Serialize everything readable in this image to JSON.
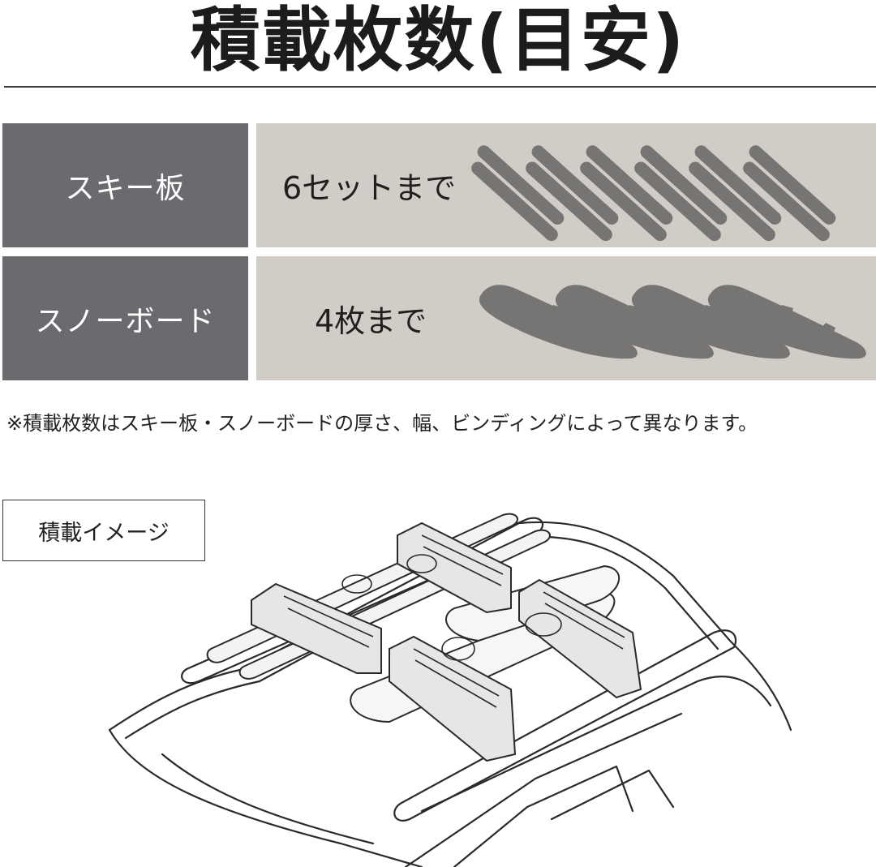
{
  "title": "積載枚数(目安)",
  "rows": [
    {
      "label": "スキー板",
      "capacity": "6セットまで"
    },
    {
      "label": "スノーボード",
      "capacity": "4枚まで"
    }
  ],
  "note": "※積載枚数はスキー板・スノーボードの厚さ、幅、ビンディングによって異なります。",
  "image_caption": "積載イメージ",
  "icons": {
    "ski": "ski-pair-icon",
    "snowboard": "snowboard-icon",
    "car": "car-roof-rack-illustration"
  },
  "colors": {
    "label_bg": "#6b6a6e",
    "panel_bg": "#d1ccc5",
    "icon_fill": "#767574",
    "text_dark": "#1c1c1c"
  },
  "counts": {
    "skis": 6,
    "snowboards": 4
  }
}
